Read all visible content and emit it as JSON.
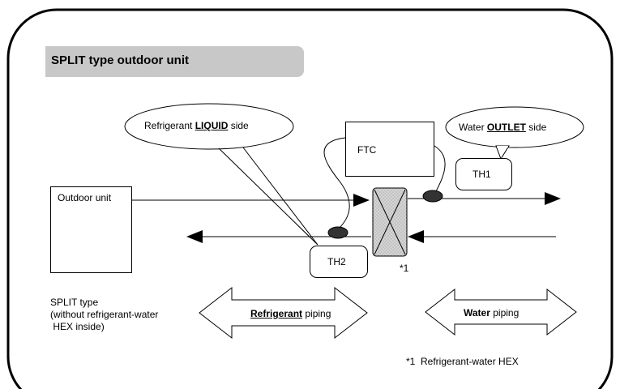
{
  "title": "SPLIT type outdoor unit",
  "callouts": {
    "liquid": {
      "pre": "Refrigerant ",
      "em": "LIQUID",
      "post": " side"
    },
    "outlet": {
      "pre": "Water ",
      "em": "OUTLET",
      "post": " side"
    }
  },
  "boxes": {
    "ftc": "FTC",
    "outdoor_unit": "Outdoor unit",
    "th1": "TH1",
    "th2": "TH2"
  },
  "hex_marker": "*1",
  "split_type_note": [
    "SPLIT type",
    "(without refrigerant-water",
    " HEX inside)"
  ],
  "refrigerant_piping": {
    "em": "Refrigerant",
    "post": " piping"
  },
  "water_piping": {
    "em": "Water",
    "post": " piping"
  },
  "footnote": "*1  Refrigerant-water HEX"
}
